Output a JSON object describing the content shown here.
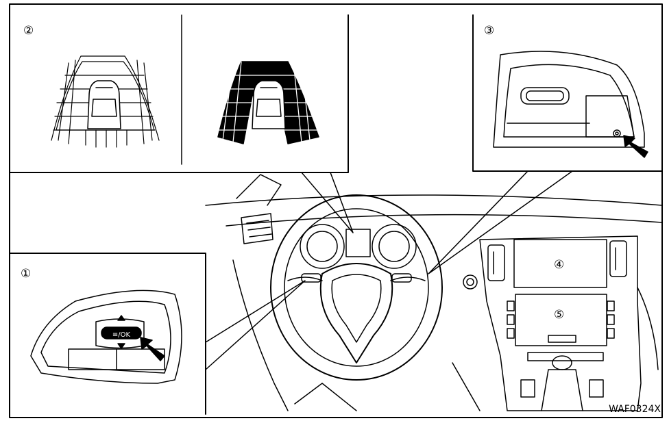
{
  "figure_code": "WAF0324X",
  "labels": {
    "steering_switch_callout": "①",
    "camera_view_callout": "②",
    "camera_switch_callout": "③",
    "upper_display": "④",
    "lower_display": "⑤"
  },
  "switch_text": "≡/OK",
  "colors": {
    "line": "#000000",
    "background": "#ffffff"
  }
}
